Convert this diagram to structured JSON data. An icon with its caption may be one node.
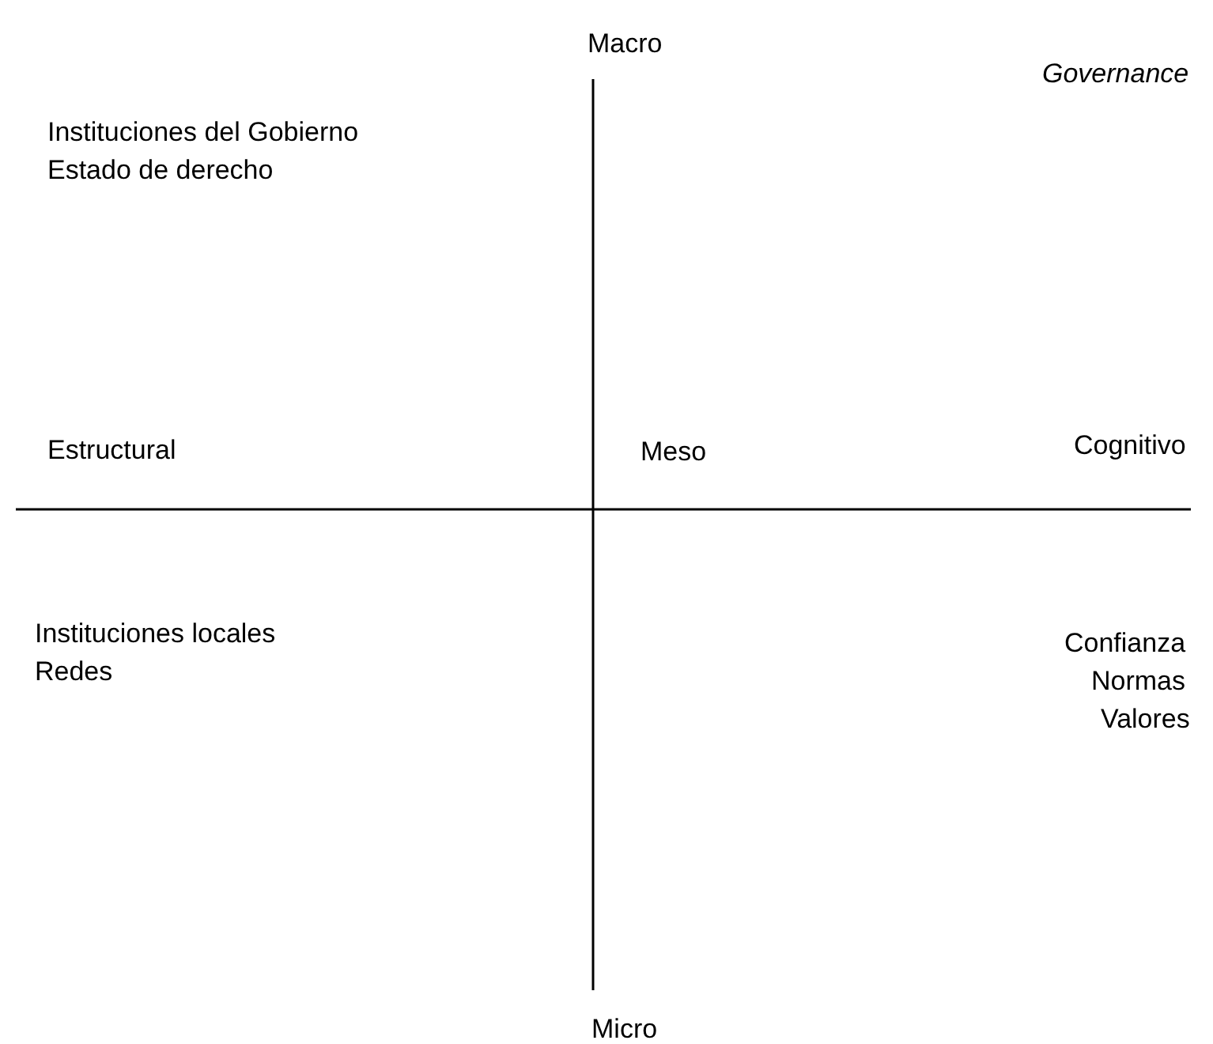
{
  "diagram": {
    "labels": [
      "Macro",
      "Instituciones del Gobierno",
      "Estado de derecho",
      "Governance",
      "Estructural",
      "Meso",
      "Cognitivo",
      "Instituciones locales",
      "Redes",
      "Confianza",
      "Normas",
      "Valores",
      "Micro"
    ]
  }
}
